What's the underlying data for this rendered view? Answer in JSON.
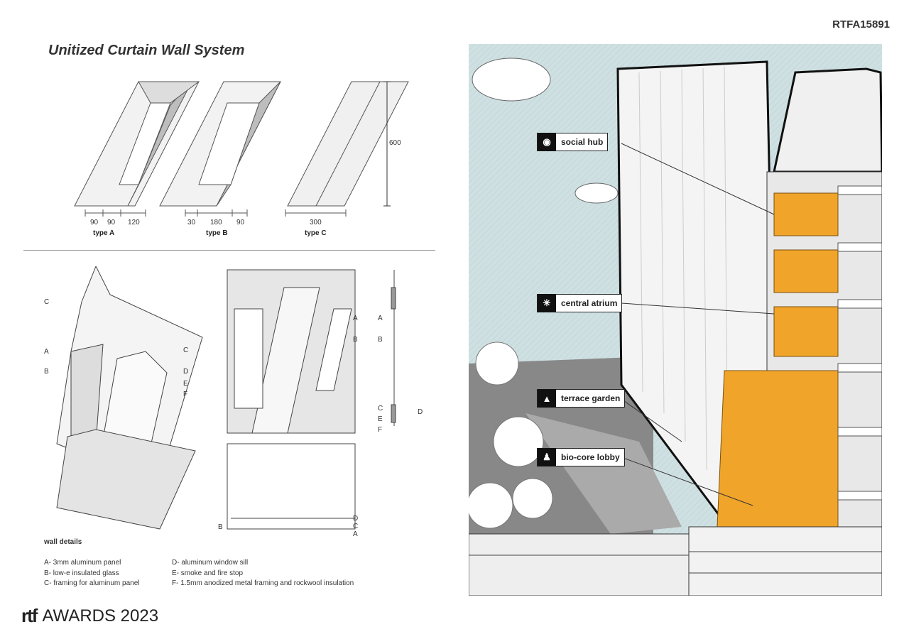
{
  "code": "RTFA15891",
  "title": "Unitized Curtain Wall System",
  "panel_types": [
    {
      "label": "type A",
      "dims": [
        "90",
        "90",
        "120"
      ]
    },
    {
      "label": "type B",
      "dims": [
        "30",
        "180",
        "90"
      ]
    },
    {
      "label": "type C",
      "dims": [
        "300"
      ]
    }
  ],
  "height_dim": "600",
  "detail_letters": [
    "A",
    "B",
    "C",
    "D",
    "E",
    "F"
  ],
  "legend": {
    "heading": "wall details",
    "items": [
      "A- 3mm aluminum panel",
      "B- low-e insulated glass",
      "C- framing for aluminum panel",
      "D- aluminum window sill",
      "E- smoke and fire stop",
      "F- 1.5mm anodized metal framing and rockwool insulation"
    ]
  },
  "building_labels": [
    {
      "text": "social hub",
      "icon": "people-group-icon"
    },
    {
      "text": "central atrium",
      "icon": "network-icon"
    },
    {
      "text": "terrace garden",
      "icon": "tree-person-icon"
    },
    {
      "text": "bio-core lobby",
      "icon": "people-icon"
    }
  ],
  "footer": {
    "logo": "rtf",
    "awards": "AWARDS 2023"
  },
  "colors": {
    "sky": "#cfe0e2",
    "atrium": "#f0a52a",
    "ink": "#222222"
  }
}
